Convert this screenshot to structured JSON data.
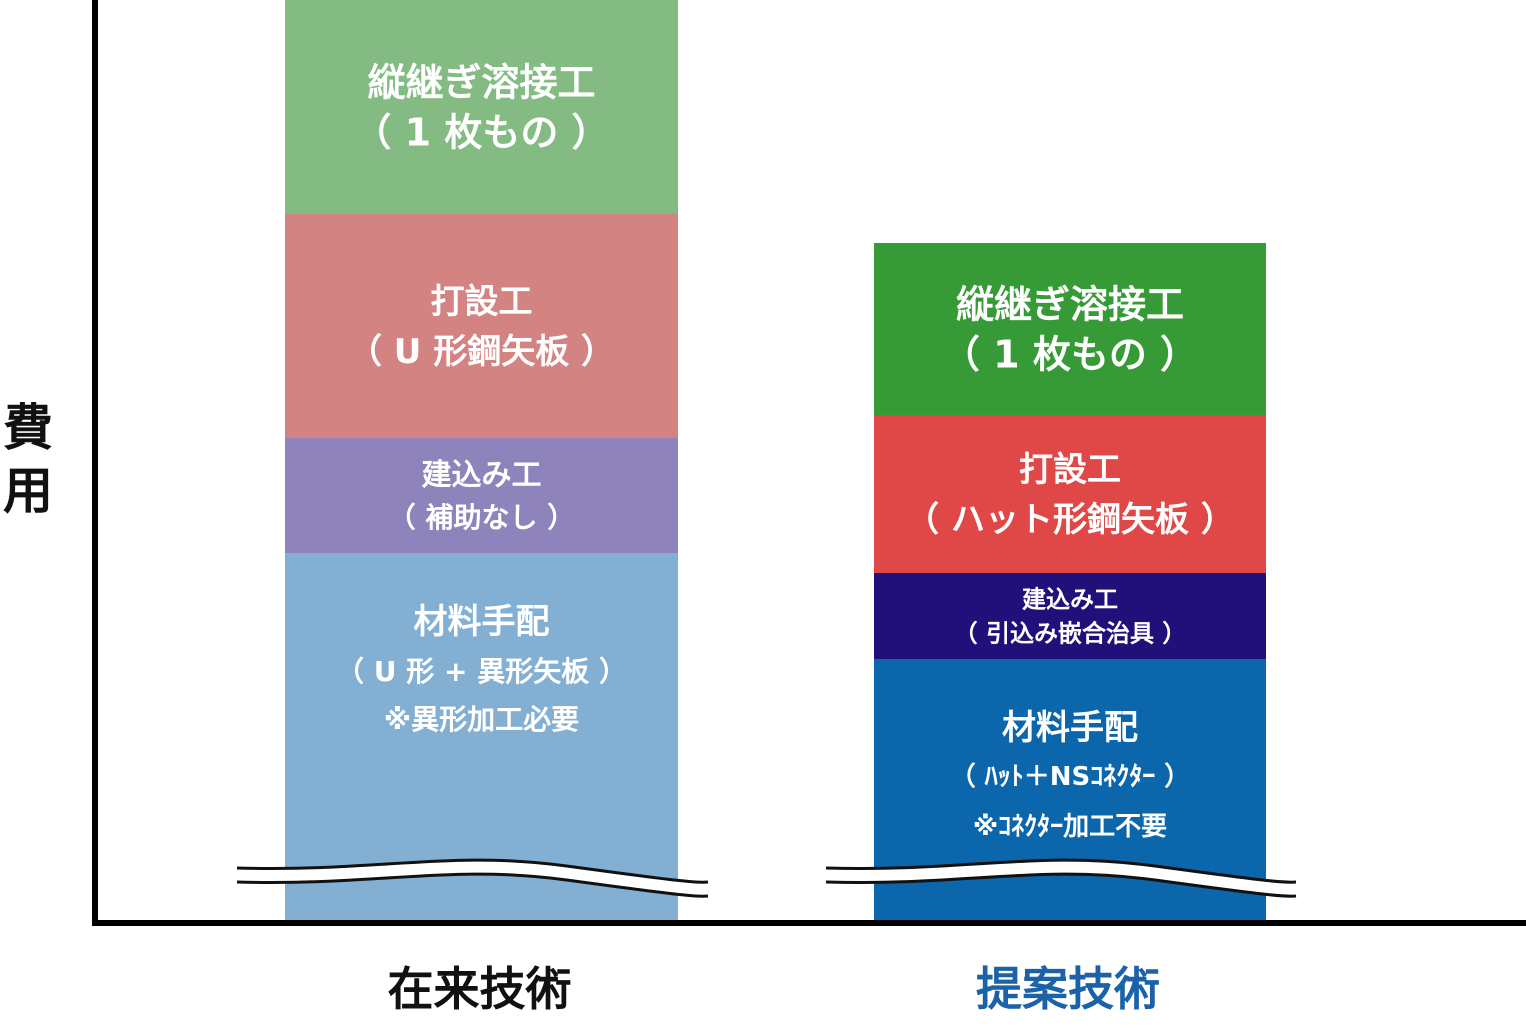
{
  "chart_data": {
    "type": "bar",
    "stacked": true,
    "ylabel": "費用",
    "axis_break": true,
    "categories": [
      {
        "label": "在来技術",
        "label_color": "#111111",
        "segments": [
          {
            "lines": [
              "材料手配",
              "（ U 形 + 異形矢板 ）",
              "※異形加工必要"
            ],
            "color": "#83afd3"
          },
          {
            "lines": [
              "建込み工",
              "（ 補助なし ）"
            ],
            "color": "#8e83bb"
          },
          {
            "lines": [
              "打設工",
              "（ U 形鋼矢板 ）"
            ],
            "color": "#d48383"
          },
          {
            "lines": [
              "縦継ぎ溶接工",
              "（ 1 枚もの ）"
            ],
            "color": "#83bb83"
          }
        ]
      },
      {
        "label": "提案技術",
        "label_color": "#1c62a8",
        "segments": [
          {
            "lines": [
              "材料手配",
              "（ ﾊｯﾄ＋NSｺﾈｸﾀｰ ）",
              "※ｺﾈｸﾀｰ加工不要"
            ],
            "color": "#0b66ab"
          },
          {
            "lines": [
              "建込み工",
              "（ 引込み嵌合治具 ）"
            ],
            "color": "#22107a"
          },
          {
            "lines": [
              "打設工",
              "（ ハット形鋼矢板 ）"
            ],
            "color": "#e04848"
          },
          {
            "lines": [
              "縦継ぎ溶接工",
              "（ 1 枚もの ）"
            ],
            "color": "#369b36"
          }
        ]
      }
    ]
  }
}
